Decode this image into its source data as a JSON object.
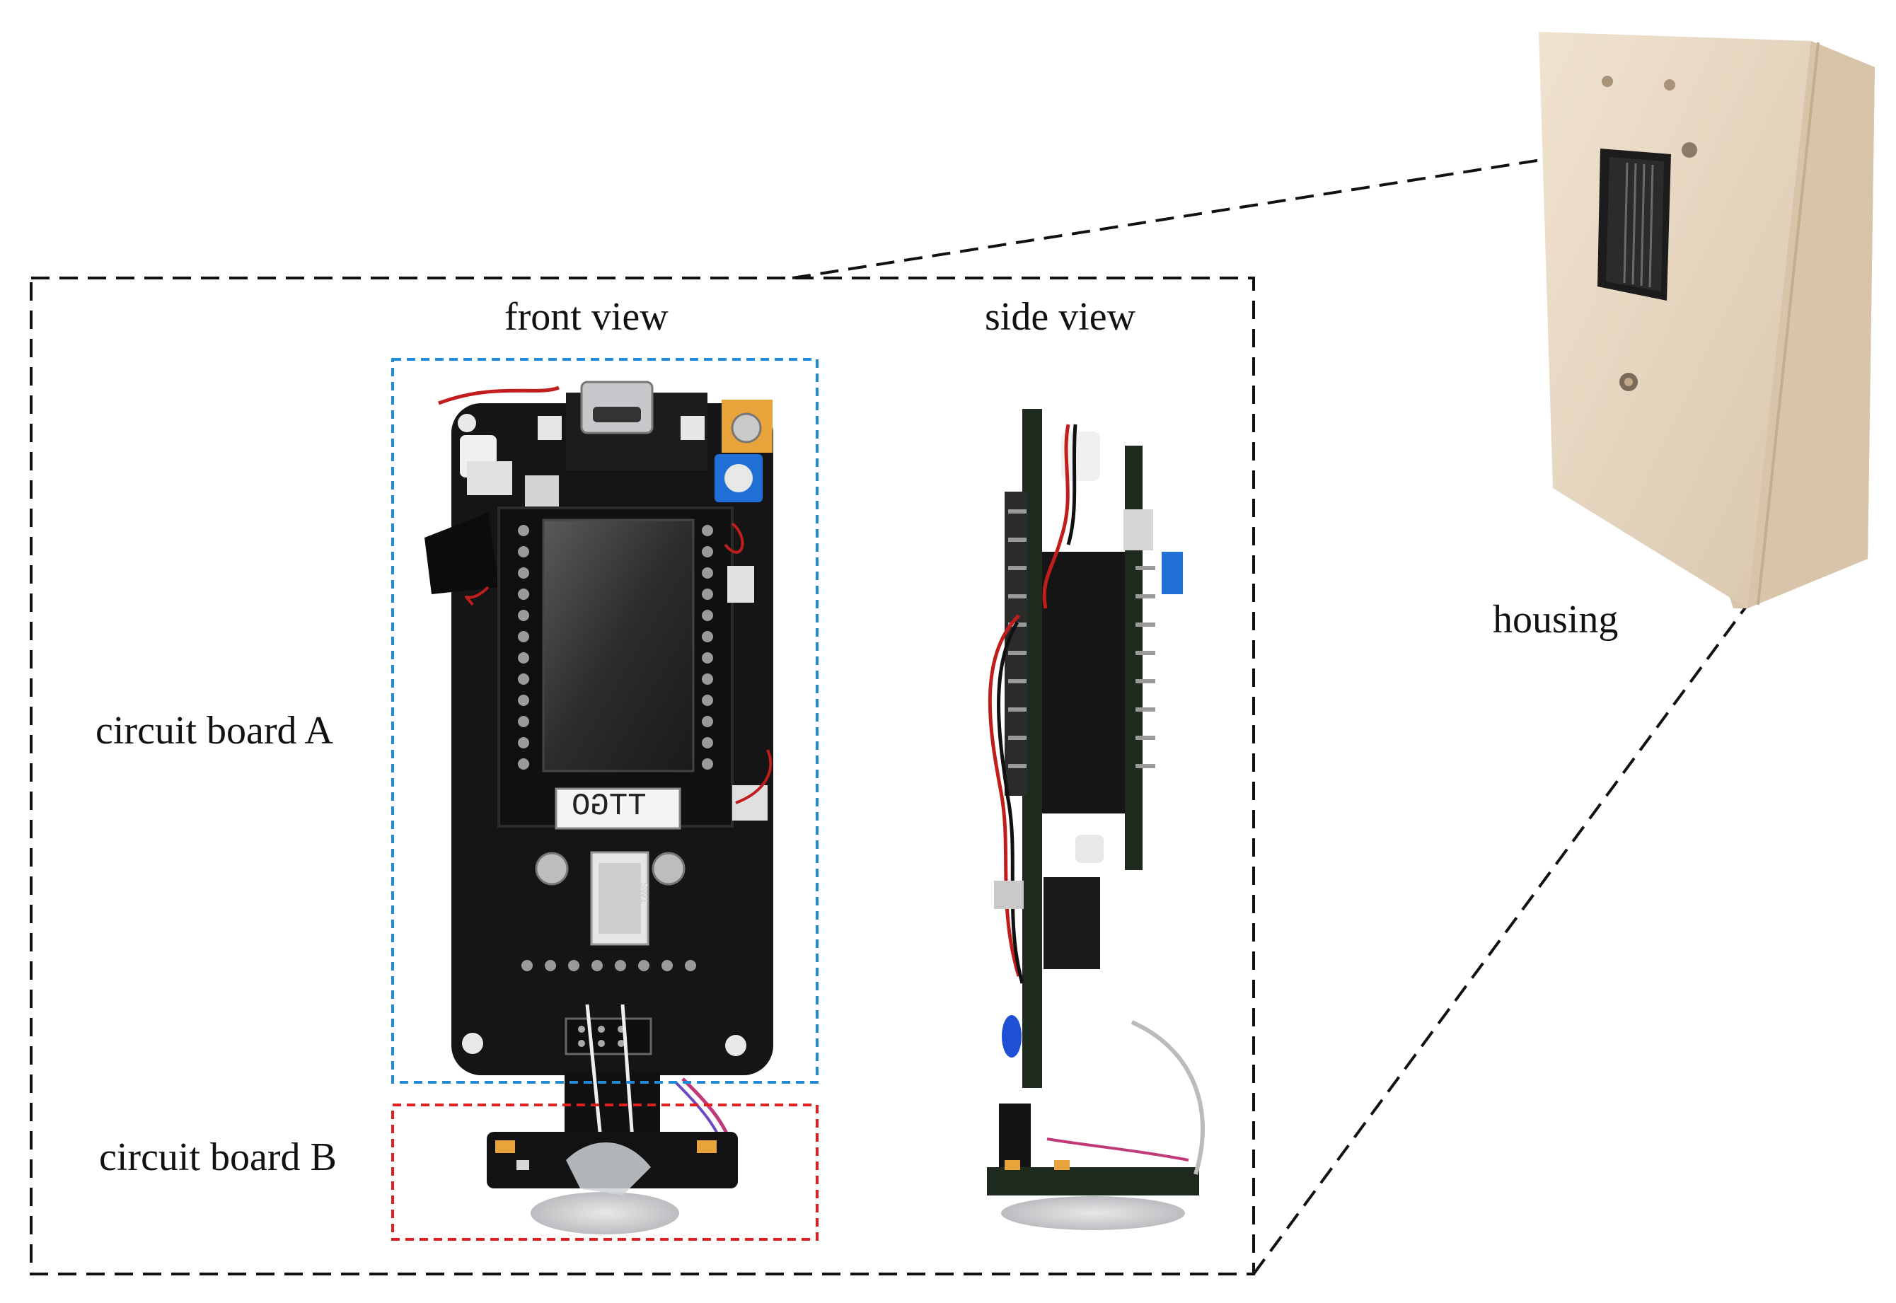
{
  "labels": {
    "front_view": "front view",
    "side_view": "side view",
    "housing": "housing",
    "circuit_board_a": "circuit board A",
    "circuit_board_b": "circuit board B",
    "display_text": "TTGO",
    "switch_marking": "SW1"
  },
  "colors": {
    "frame_dashed": "#111111",
    "board_a_box": "#1f8ad6",
    "board_b_box": "#e02020",
    "pcb": "#141414",
    "housing": "#ead9c3"
  }
}
